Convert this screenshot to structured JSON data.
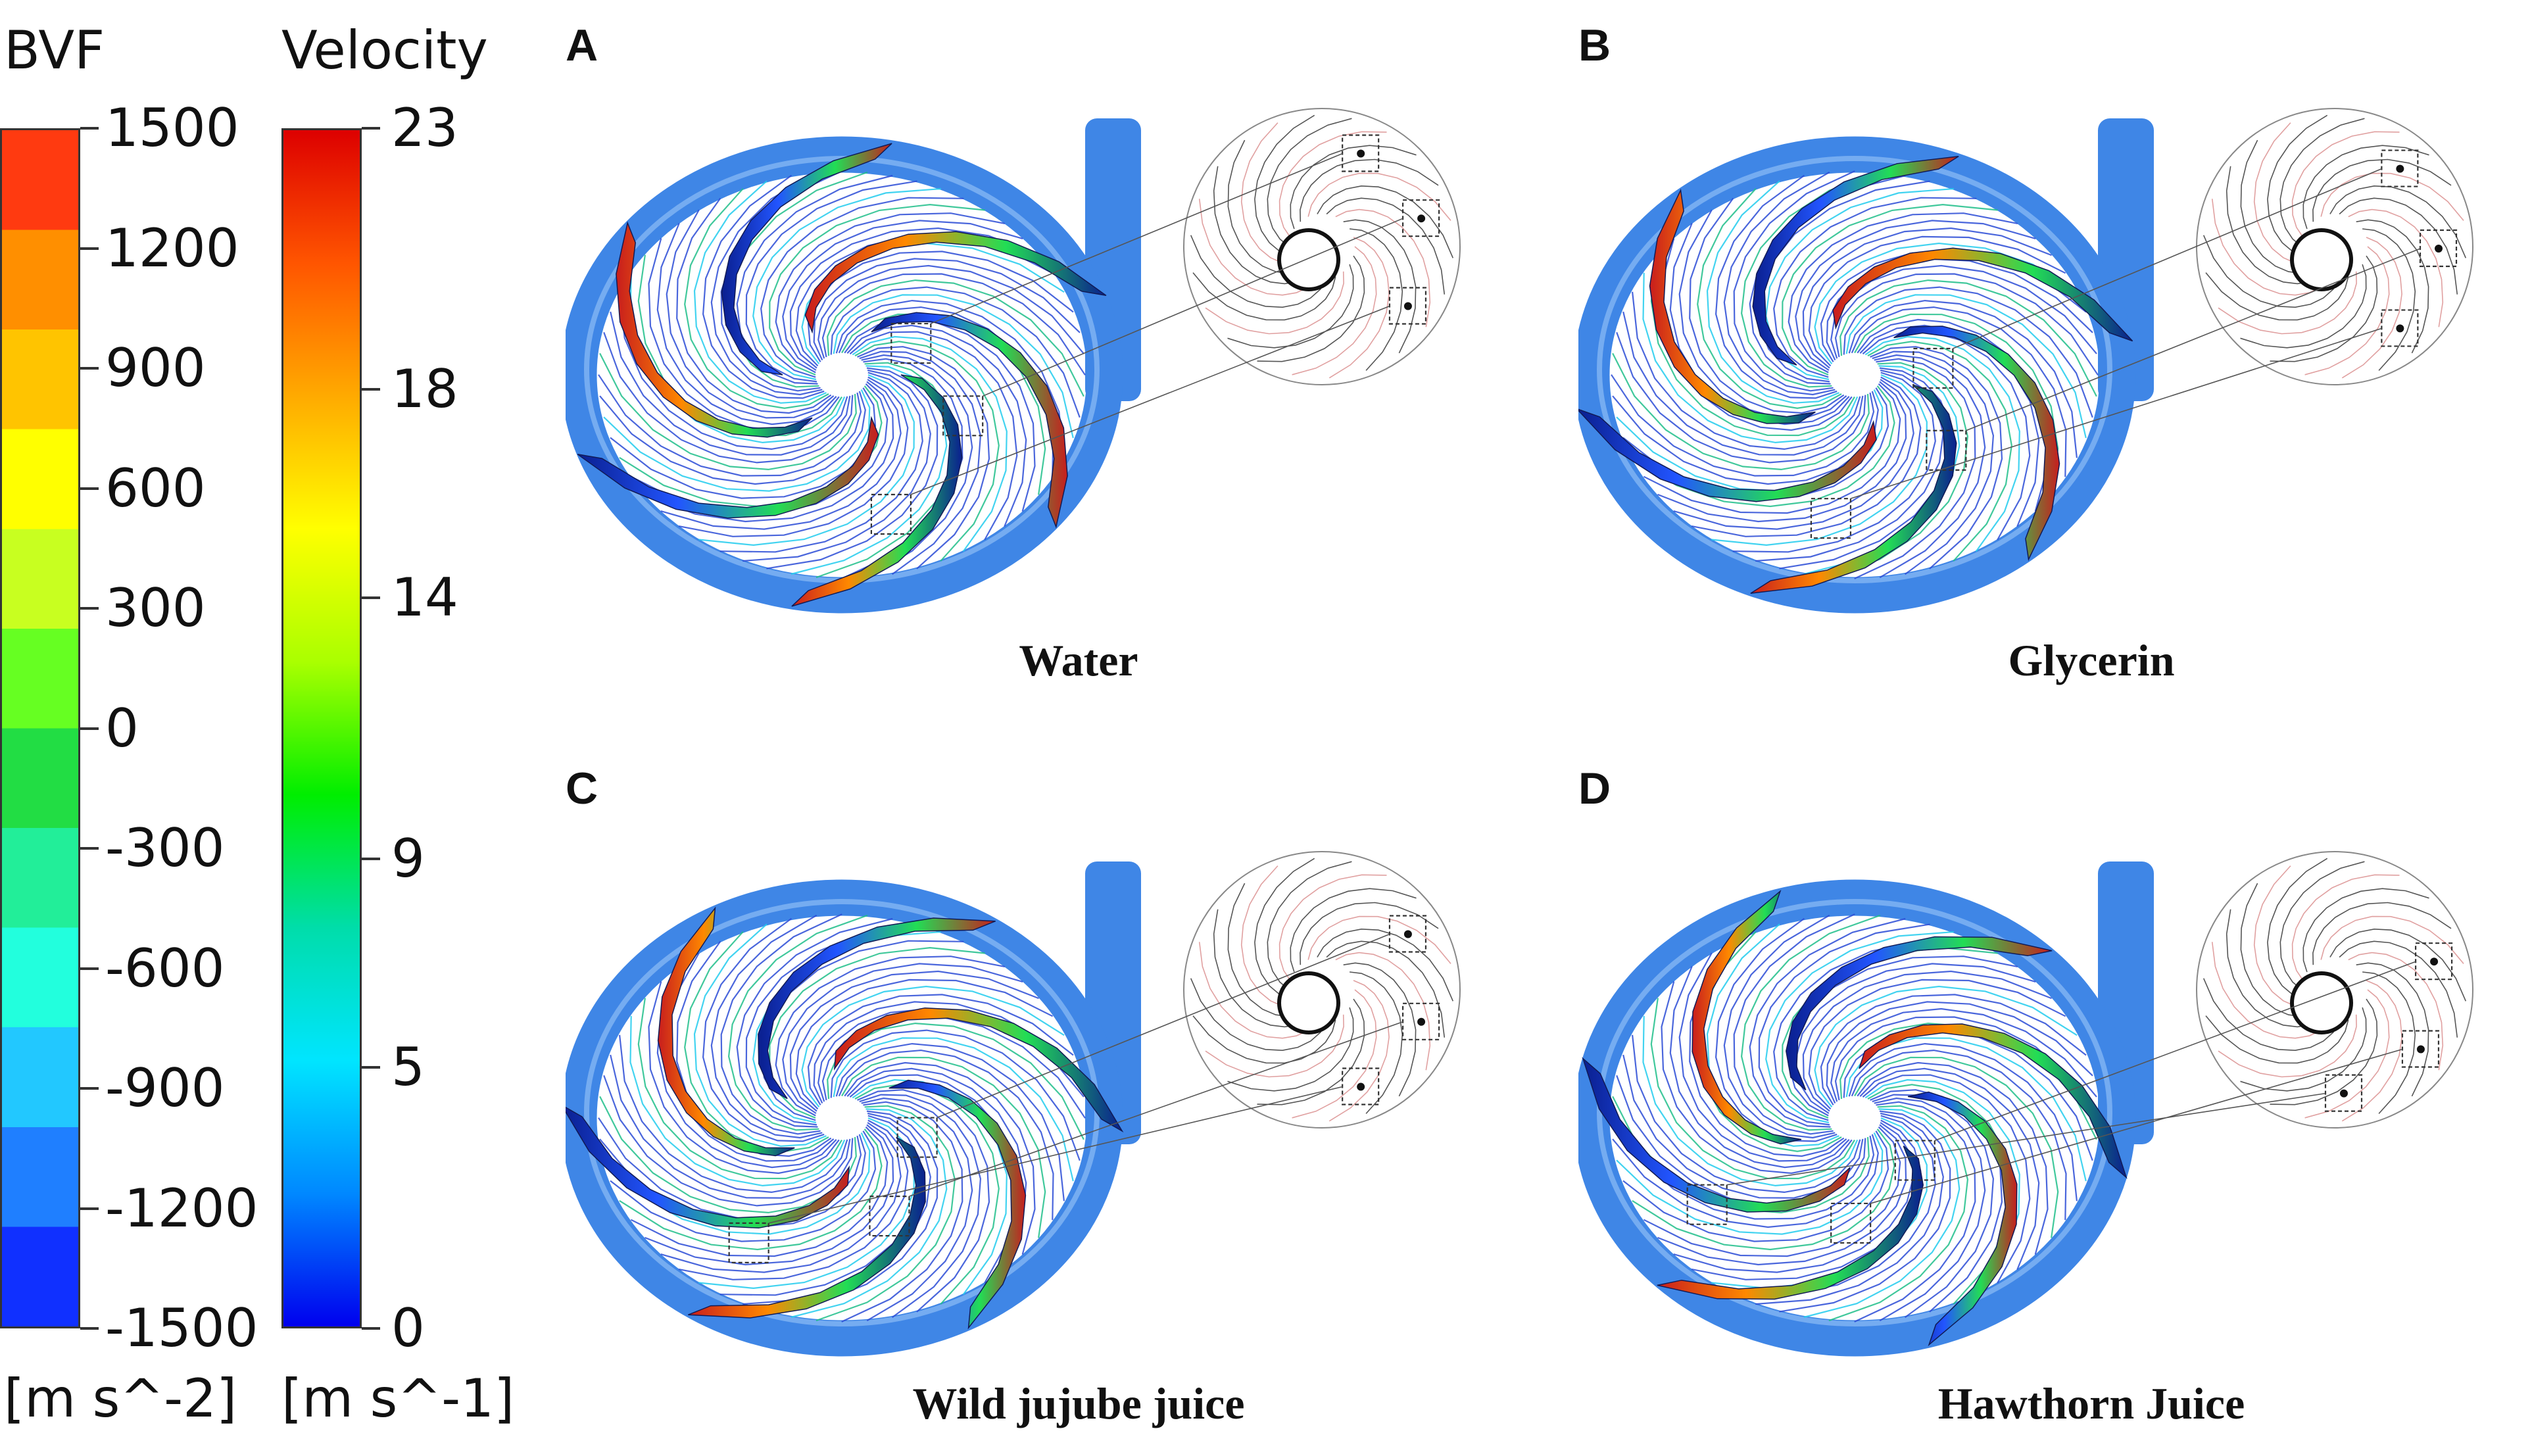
{
  "legends": {
    "bvf": {
      "title": "BVF",
      "unit": "[m s^-2]",
      "ticks": [
        "1500",
        "1200",
        "900",
        "600",
        "300",
        "0",
        "-300",
        "-600",
        "-900",
        "-1200",
        "-1500"
      ],
      "band_colors": [
        "#ff3a10",
        "#ff8f00",
        "#ffc400",
        "#ffff00",
        "#c8ff20",
        "#66ff22",
        "#22dd44",
        "#22ee99",
        "#22ffdd",
        "#22c8ff",
        "#1f7fff",
        "#1030ff"
      ]
    },
    "velocity": {
      "title": "Velocity",
      "unit": "[m s^-1]",
      "ticks": [
        "23",
        "18",
        "14",
        "9",
        "5",
        "0"
      ],
      "gradient_colors": [
        "#dd0000",
        "#ff5500",
        "#ffaa00",
        "#ffff00",
        "#aaff00",
        "#00ee00",
        "#00ddaa",
        "#00e5ff",
        "#0088ff",
        "#0000ee"
      ]
    }
  },
  "panels": [
    {
      "letter": "A",
      "caption": "Water",
      "vortices": 3
    },
    {
      "letter": "B",
      "caption": "Glycerin",
      "vortices": 3
    },
    {
      "letter": "C",
      "caption": "Wild jujube juice",
      "vortices": 3
    },
    {
      "letter": "D",
      "caption": "Hawthorn Juice",
      "vortices": 3
    }
  ],
  "colors": {
    "volute": "#3f86e6",
    "streamline": "#2b4cd6",
    "blade_red": "#c81d1d",
    "blade_blue": "#0a1f8f"
  }
}
